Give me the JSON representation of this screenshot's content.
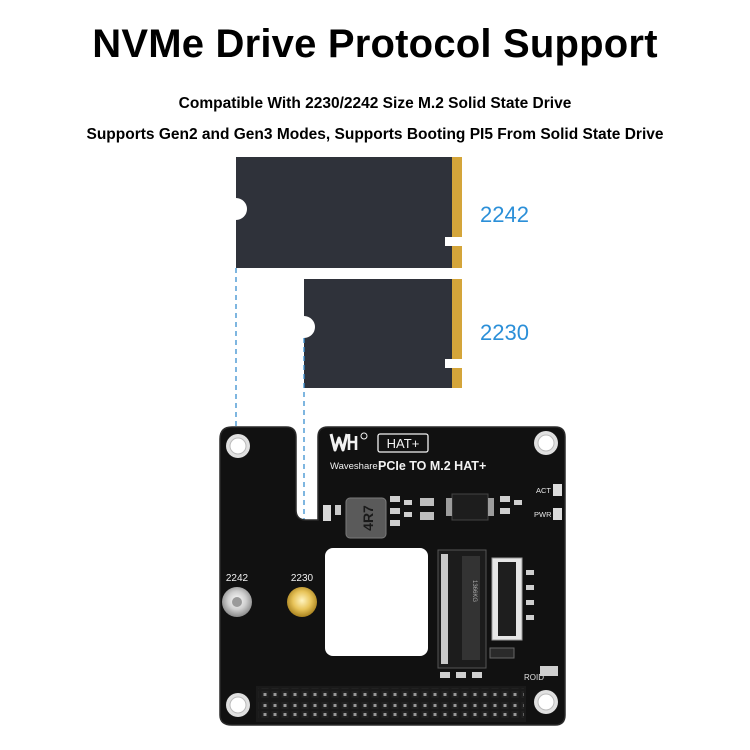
{
  "heading": {
    "title": "NVMe Drive Protocol Support",
    "subtitle_1": "Compatible With 2230/2242 Size M.2 Solid State Drive",
    "subtitle_2": "Supports Gen2 and Gen3 Modes, Supports Booting PI5 From Solid State Drive"
  },
  "drives": {
    "large_label": "2242",
    "small_label": "2230"
  },
  "board": {
    "hat_badge": "HAT+",
    "brand": "Waveshare",
    "name": "PCIe TO M.2 HAT+",
    "act_label": "ACT",
    "pwr_label": "PWR",
    "inductor_marking": "4R7",
    "hole_2242_label": "2242",
    "hole_2230_label": "2230",
    "chip_marking": "ROID"
  },
  "colors": {
    "ssd_body": "#2f323a",
    "gold_fingers": "#d4a53a",
    "label_blue": "#2b8fd8",
    "board_black": "#111111"
  }
}
